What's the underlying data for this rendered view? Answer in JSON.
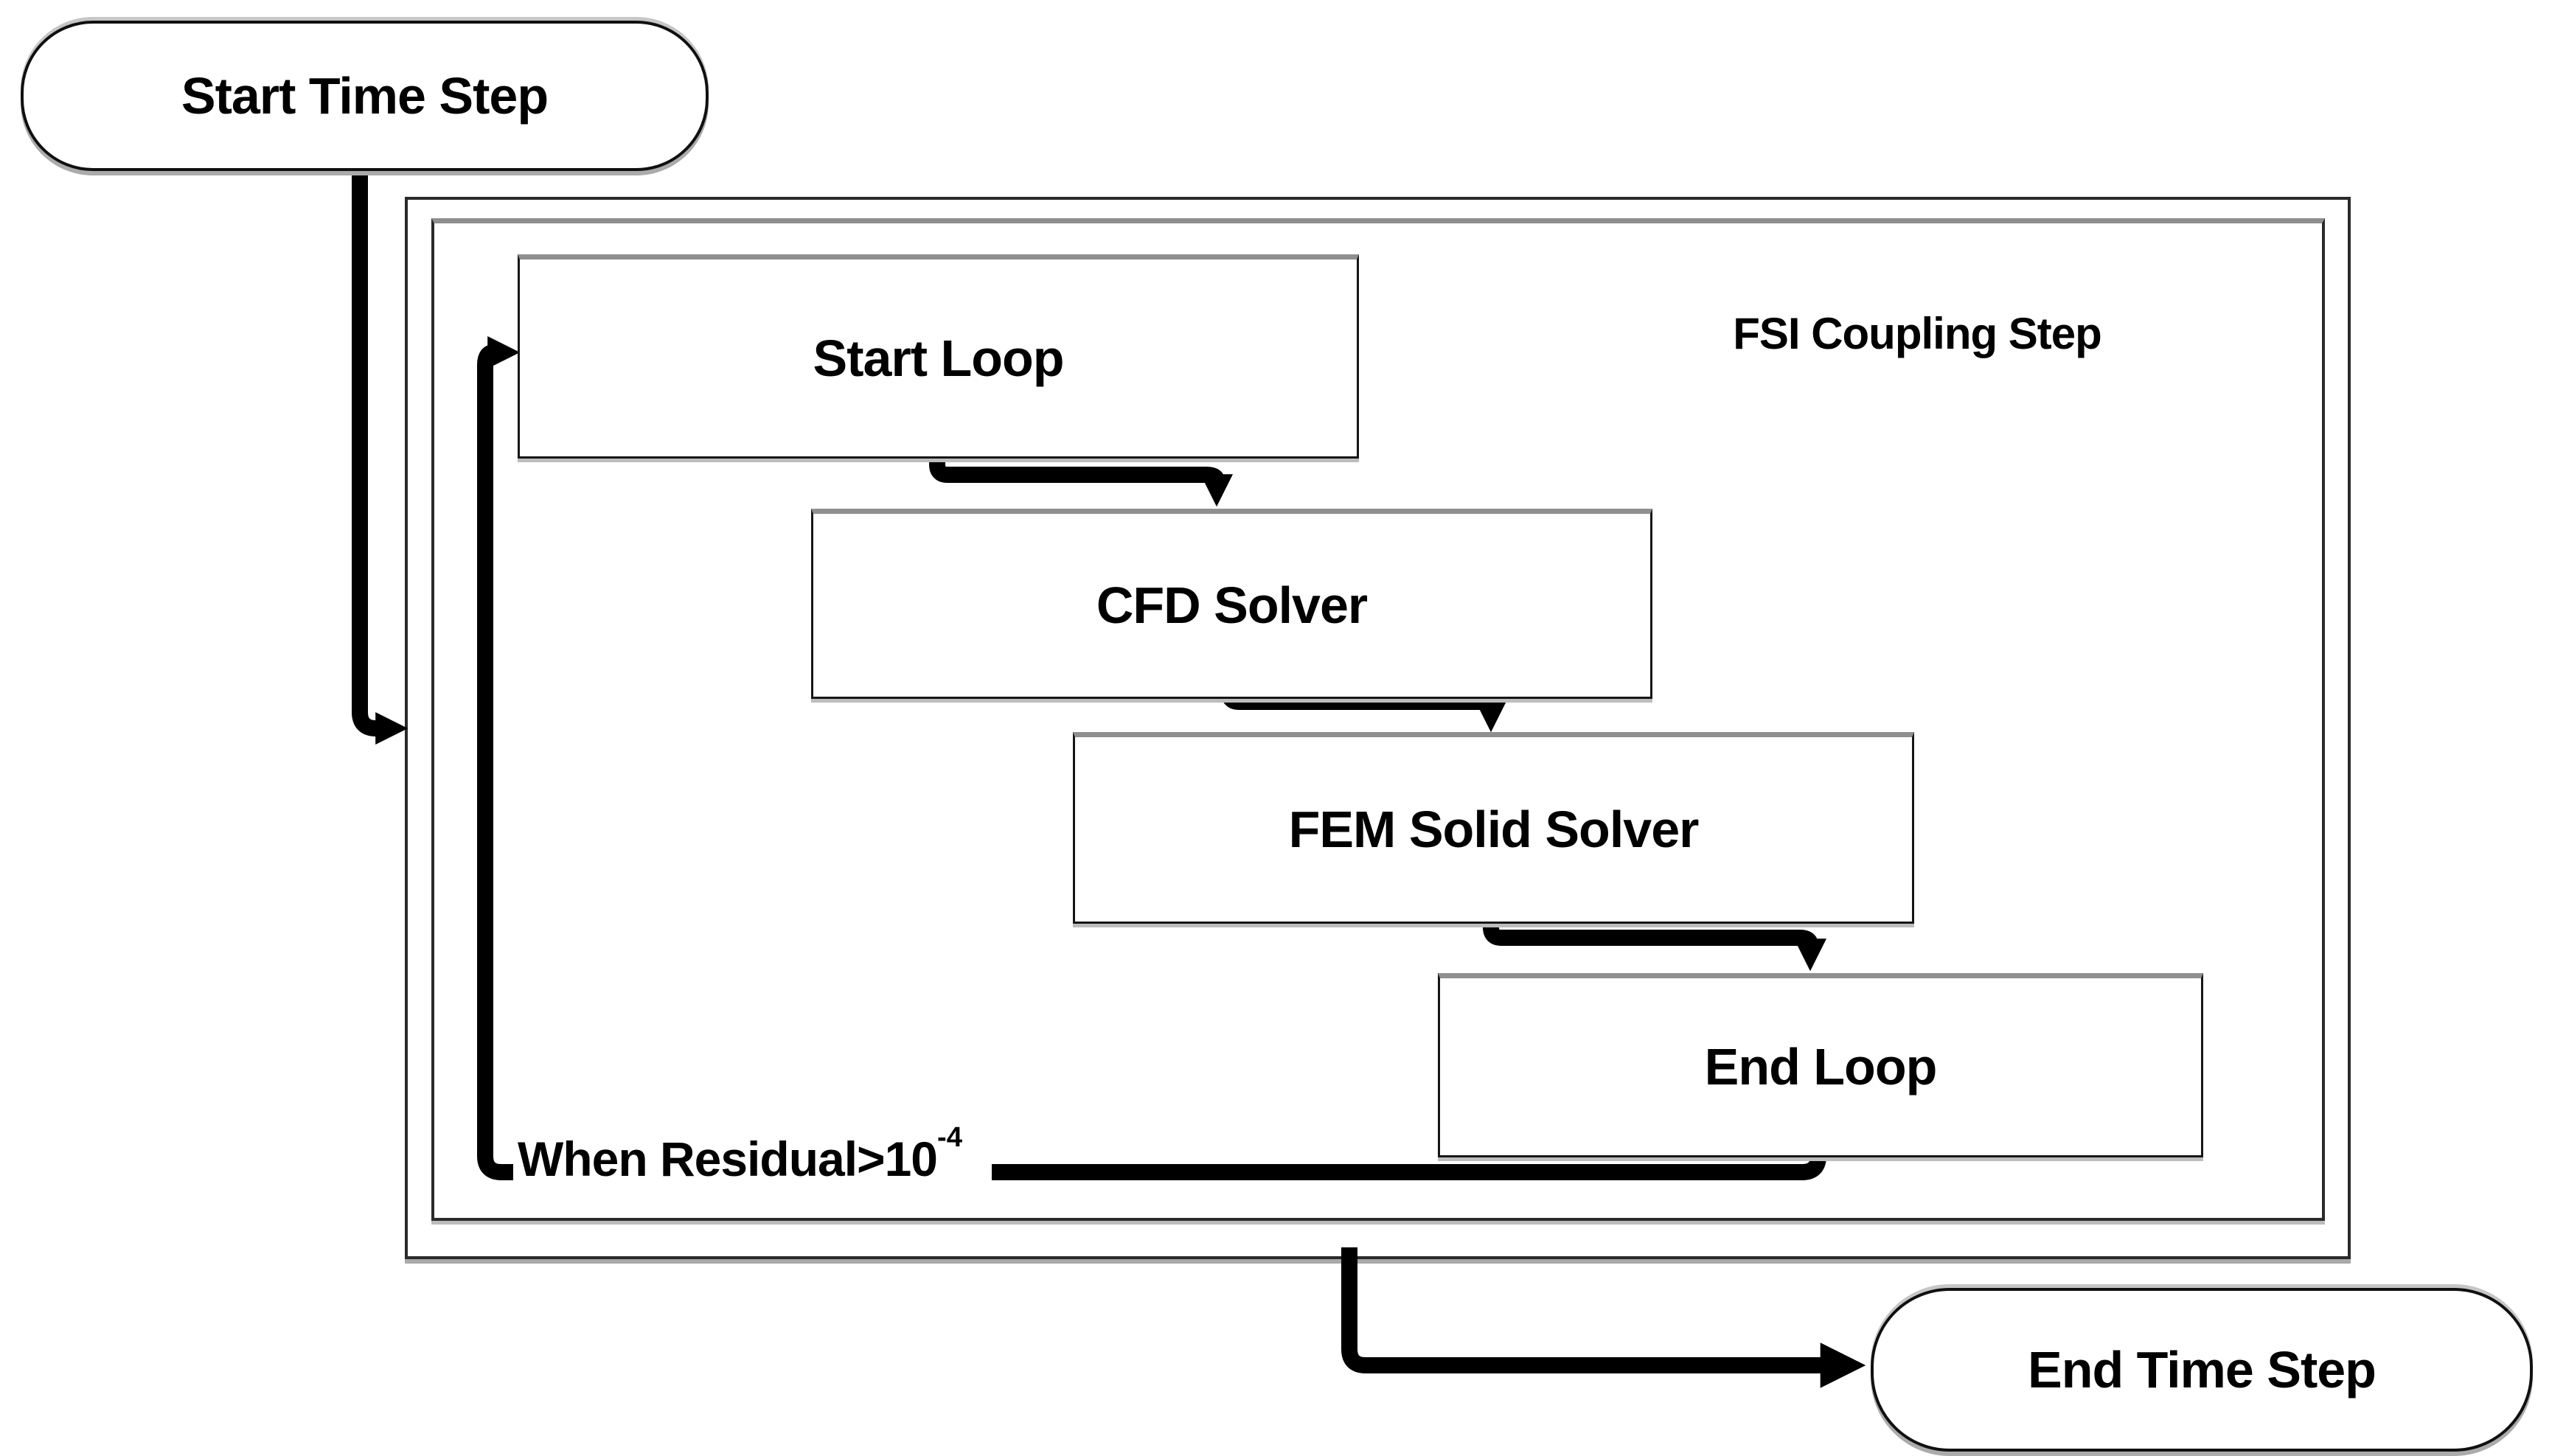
{
  "diagram": {
    "background": "#ffffff",
    "stroke_color": "#000000",
    "node_fill": "#ffffff",
    "shadow_color": "#a9a9a9",
    "nodes": {
      "start_time_step": "Start Time Step",
      "start_loop": "Start Loop",
      "cfd_solver": "CFD Solver",
      "fem_solid_solver": "FEM Solid Solver",
      "end_loop": "End Loop",
      "end_time_step": "End Time Step"
    },
    "group_label": "FSI Coupling Step",
    "loop_condition": {
      "base": "When Residual>10",
      "exponent": "-4"
    }
  }
}
